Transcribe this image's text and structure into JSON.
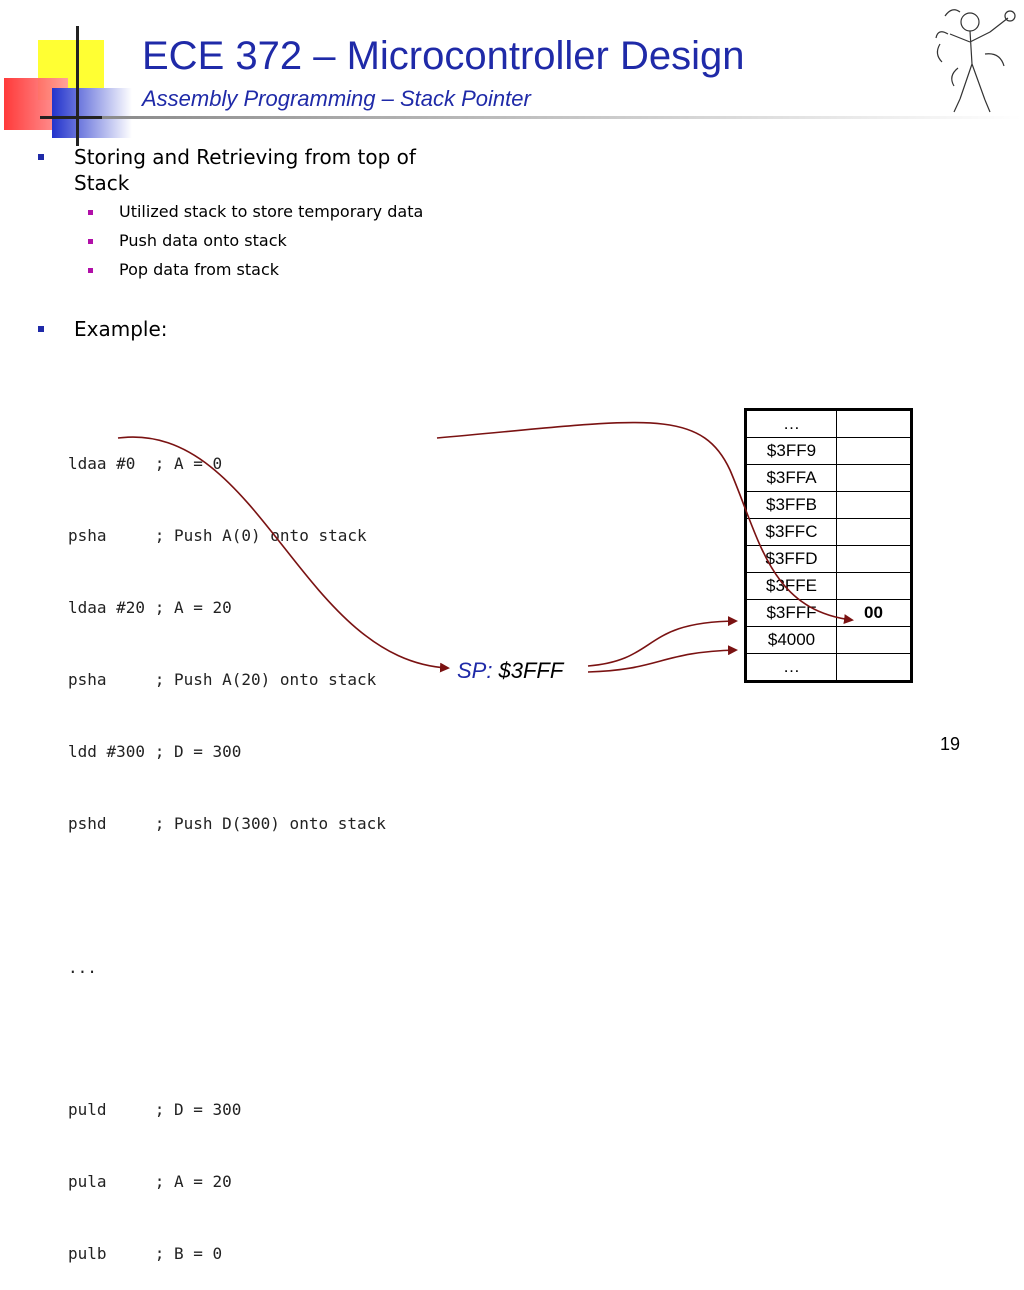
{
  "slide": {
    "title": "ECE 372 – Microcontroller Design",
    "subtitle": "Assembly Programming – Stack Pointer",
    "page_number": "19"
  },
  "bullets": {
    "main1": "Storing and Retrieving from top of Stack",
    "sub": [
      "Utilized stack to store temporary data",
      "Push data onto stack",
      "Pop data from stack"
    ],
    "main2": "Example:"
  },
  "code_lines": [
    "ldaa #0  ; A = 0",
    "psha     ; Push A(0) onto stack",
    "ldaa #20 ; A = 20",
    "psha     ; Push A(20) onto stack",
    "ldd #300 ; D = 300",
    "pshd     ; Push D(300) onto stack",
    "",
    "...",
    "",
    "puld     ; D = 300",
    "pula     ; A = 20",
    "pulb     ; B = 0"
  ],
  "memory_table": [
    {
      "address": "…",
      "value": ""
    },
    {
      "address": "$3FF9",
      "value": ""
    },
    {
      "address": "$3FFA",
      "value": ""
    },
    {
      "address": "$3FFB",
      "value": ""
    },
    {
      "address": "$3FFC",
      "value": ""
    },
    {
      "address": "$3FFD",
      "value": ""
    },
    {
      "address": "$3FFE",
      "value": ""
    },
    {
      "address": "$3FFF",
      "value": "00"
    },
    {
      "address": "$4000",
      "value": ""
    },
    {
      "address": "…",
      "value": ""
    }
  ],
  "stack_pointer": {
    "label": "SP:",
    "value": "$3FFF"
  },
  "colors": {
    "title": "#1f2aa8",
    "bullet_level1": "#1f2aa8",
    "bullet_level2": "#b10fa8",
    "arrow": "#7a1212"
  }
}
